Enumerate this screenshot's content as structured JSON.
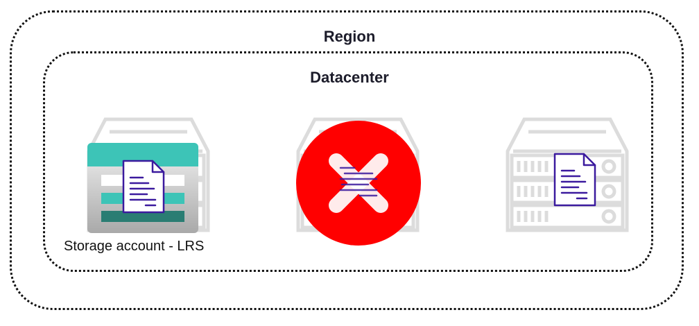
{
  "region": {
    "title": "Region"
  },
  "datacenter": {
    "title": "Datacenter"
  },
  "storage": {
    "label": "Storage account - LRS"
  },
  "icons": {
    "server": "server-rack-icon",
    "storage": "storage-account-icon",
    "document": "document-icon",
    "failure": "failure-x-icon"
  },
  "colors": {
    "border": "#111111",
    "server_outline": "#d9d9d9",
    "storage_teal": "#3dc4b7",
    "storage_dark_teal": "#2a7d73",
    "document": "#3b1a9e",
    "failure_red": "#ff0000"
  }
}
